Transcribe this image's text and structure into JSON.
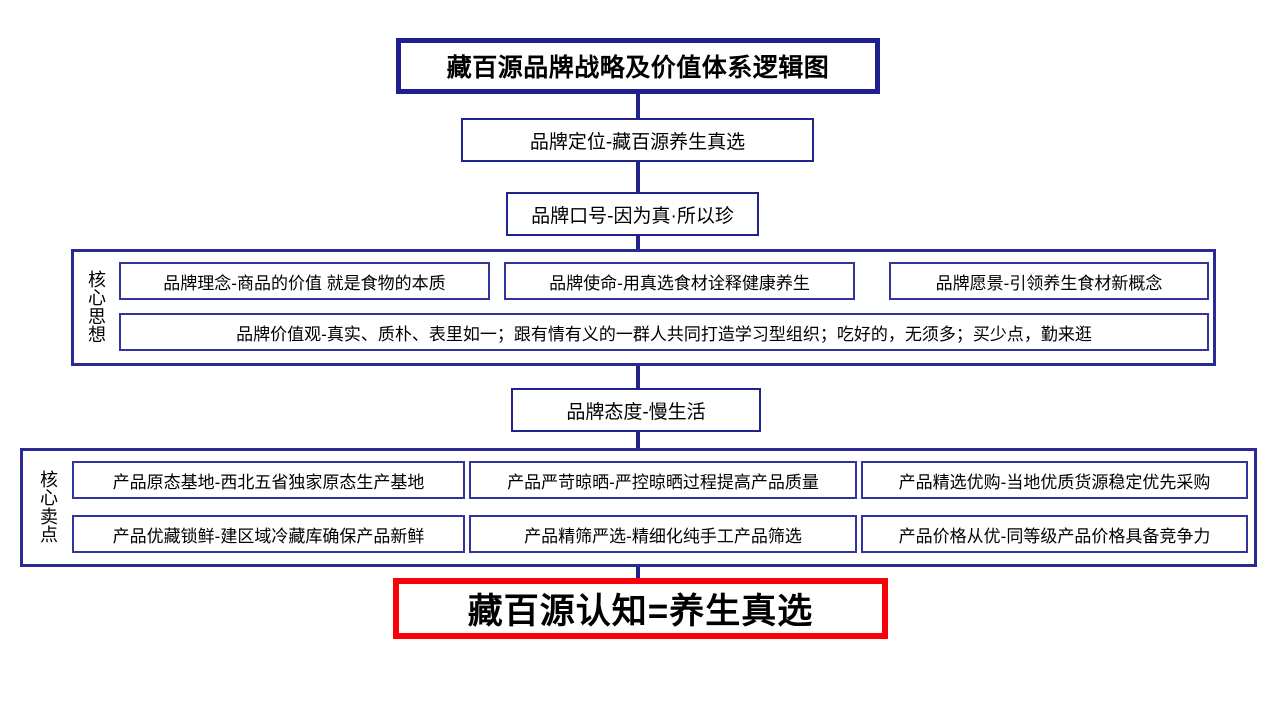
{
  "diagram": {
    "title": "藏百源品牌战略及价值体系逻辑图",
    "positioning": "品牌定位-藏百源养生真选",
    "slogan": "品牌口号-因为真·所以珍",
    "core_thought": {
      "label_chars": [
        "核",
        "心",
        "思",
        "想"
      ],
      "row1": [
        "品牌理念-商品的价值 就是食物的本质",
        "品牌使命-用真选食材诠释健康养生",
        "品牌愿景-引领养生食材新概念"
      ],
      "row2": [
        "品牌价值观-真实、质朴、表里如一；跟有情有义的一群人共同打造学习型组织；吃好的，无须多；买少点，勤来逛"
      ]
    },
    "attitude": "品牌态度-慢生活",
    "selling_points": {
      "label_chars": [
        "核",
        "心",
        "卖",
        "点"
      ],
      "row1": [
        "产品原态基地-西北五省独家原态生产基地",
        "产品严苛晾晒-严控晾晒过程提高产品质量",
        "产品精选优购-当地优质货源稳定优先采购"
      ],
      "row2": [
        "产品优藏锁鲜-建区域冷藏库确保产品新鲜",
        "产品精筛严选-精细化纯手工产品筛选",
        "产品价格从优-同等级产品价格具备竞争力"
      ]
    },
    "conclusion": "藏百源认知=养生真选",
    "colors": {
      "navy": "#22228c",
      "title_border": "#1f1f8f",
      "red": "#fb0007",
      "background": "#ffffff",
      "text": "#000000"
    }
  }
}
